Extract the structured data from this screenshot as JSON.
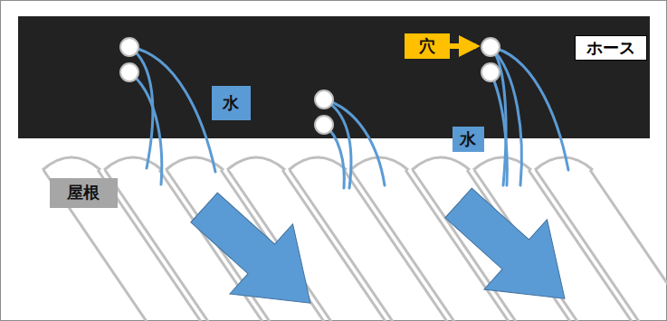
{
  "diagram": {
    "nodes": [
      {
        "text": [
          "穴"
        ]
      },
      {
        "text": [
          "ホース"
        ]
      },
      {
        "text": [
          "水"
        ]
      },
      {
        "text": [
          "水"
        ]
      },
      {
        "text": [
          "屋根"
        ]
      }
    ]
  }
}
